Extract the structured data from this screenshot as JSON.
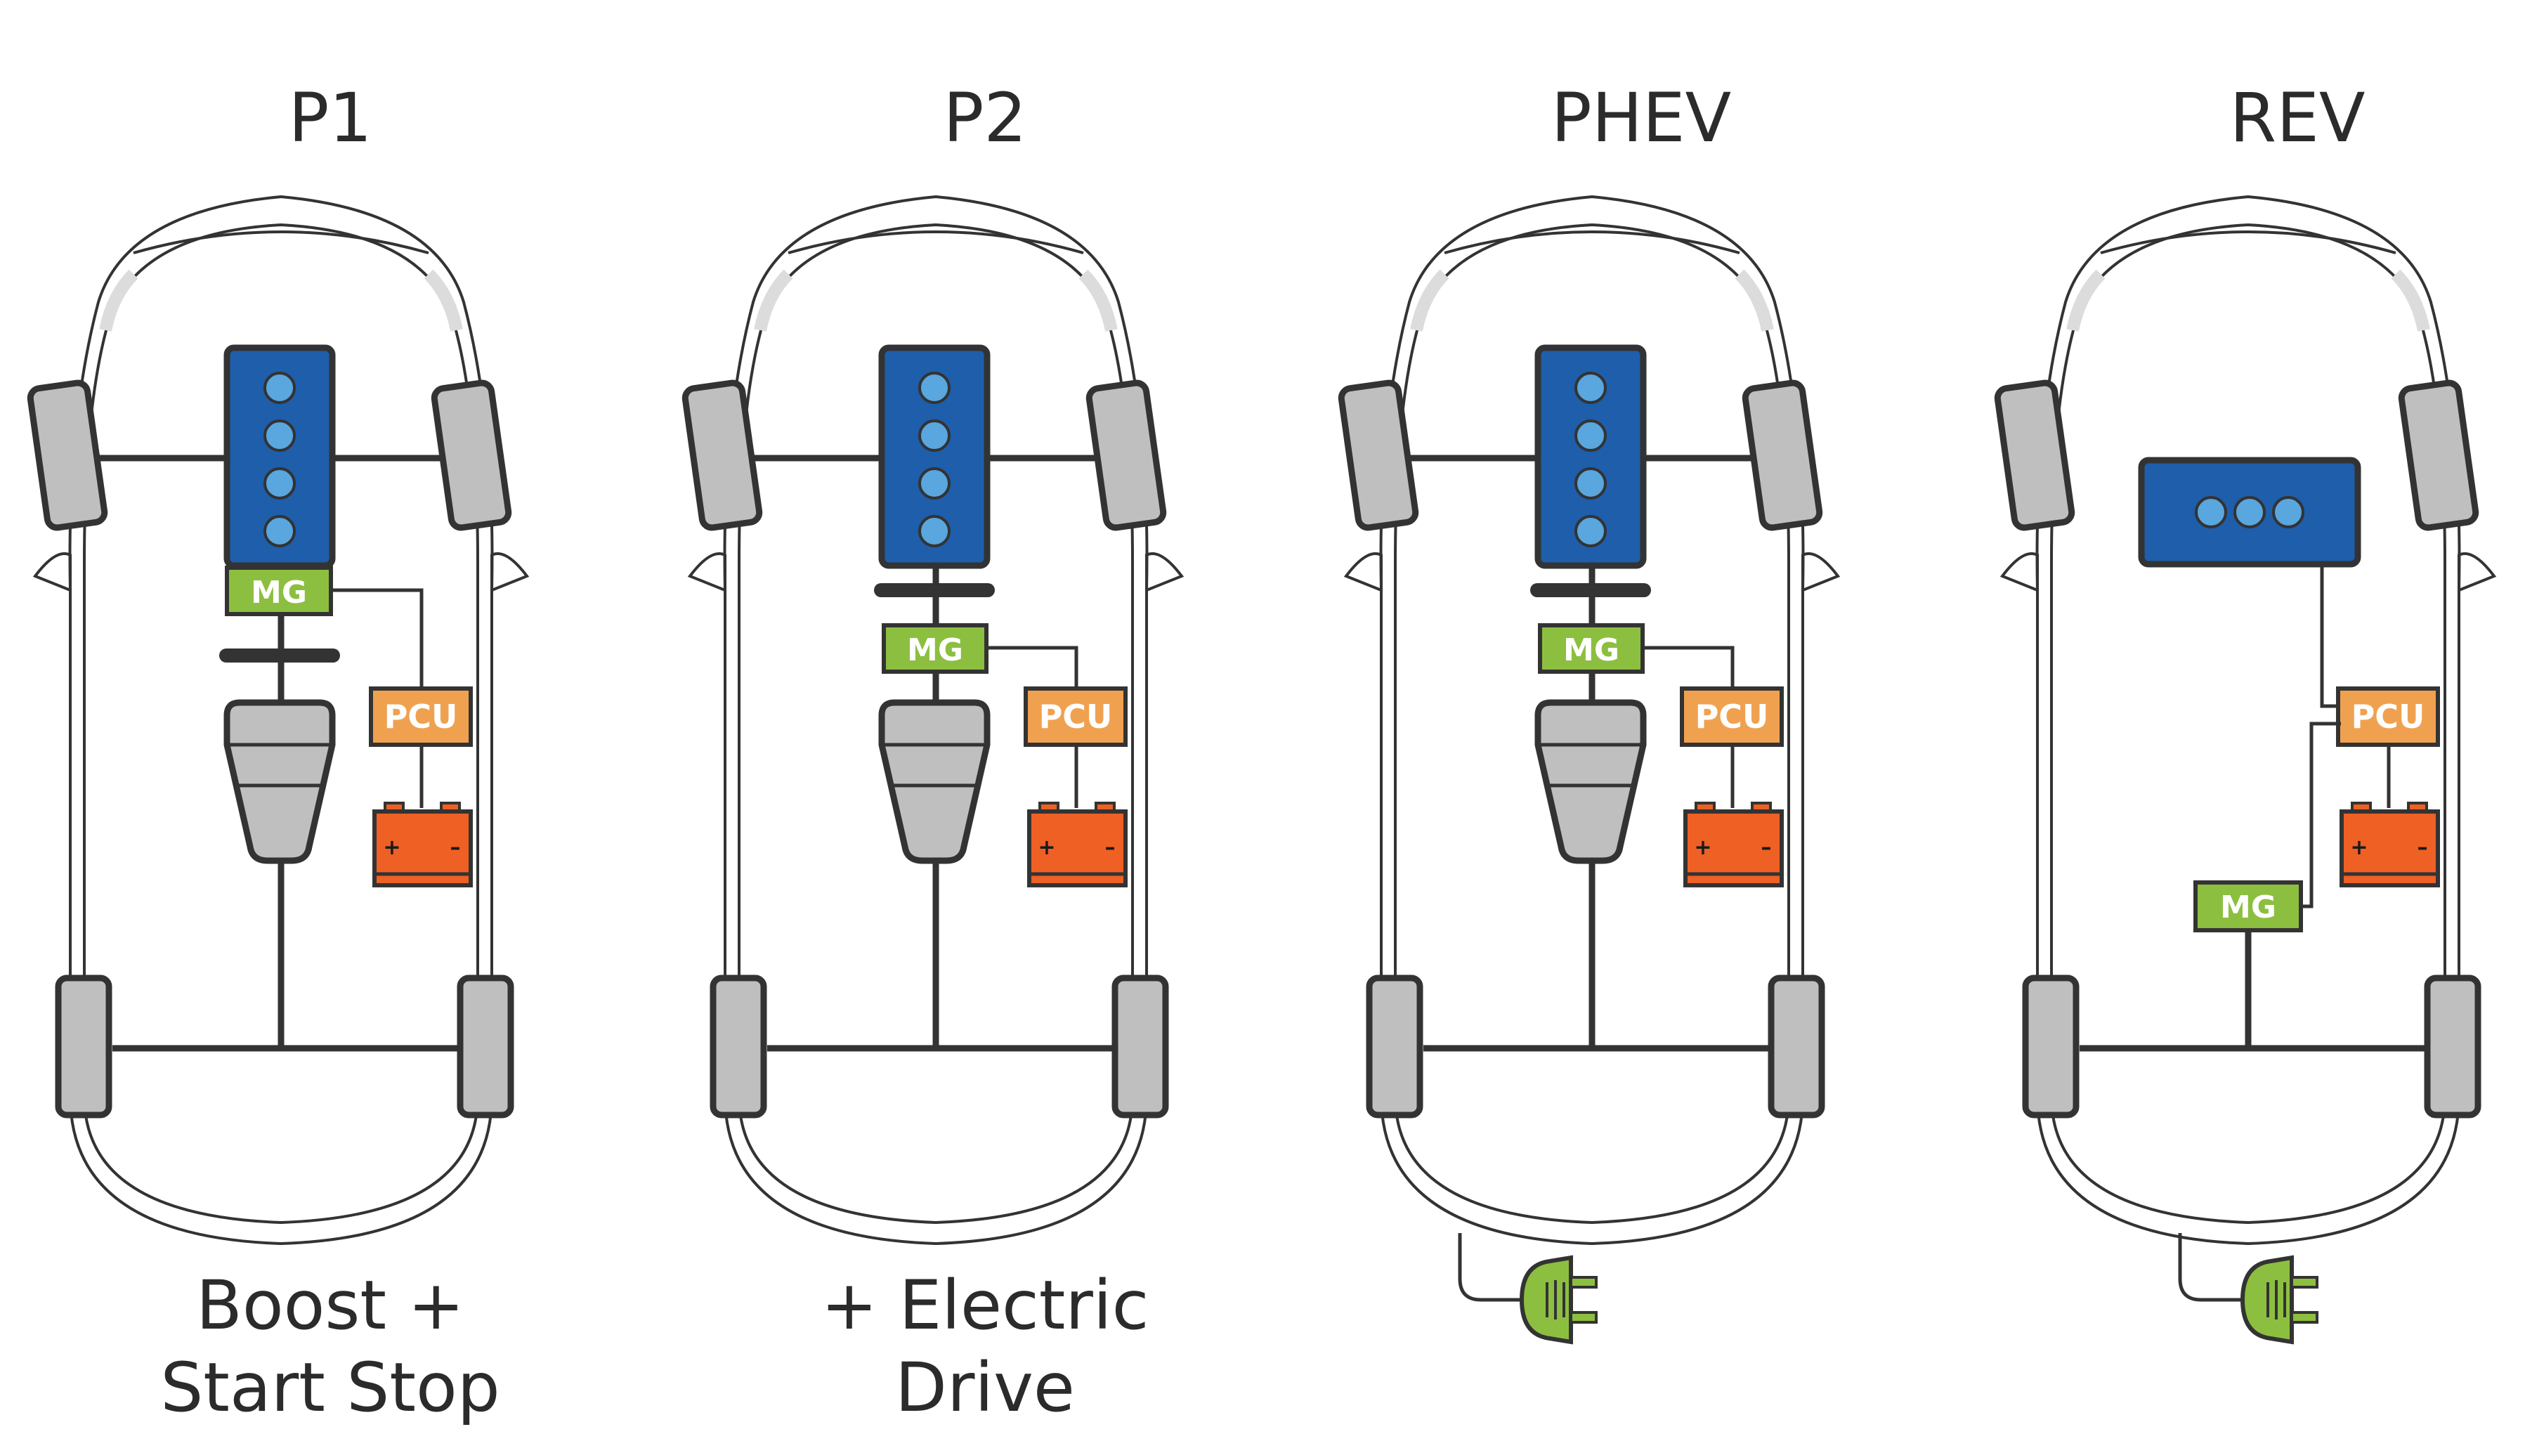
{
  "colors": {
    "engine": "#1e5eab",
    "cylinder": "#5aa6de",
    "motor_generator": "#8cbf3f",
    "power_control_unit": "#f0a150",
    "battery": "#ee6024",
    "plug": "#8cbf3f",
    "wheel": "#bfbfbf",
    "outline": "#333333"
  },
  "panels": [
    {
      "title": "P1",
      "caption_lines": [
        "Boost +",
        "Start Stop"
      ],
      "mg_label": "MG",
      "pcu_label": "PCU",
      "battery_plus": "+",
      "battery_minus": "–"
    },
    {
      "title": "P2",
      "caption_lines": [
        "+ Electric",
        "Drive"
      ],
      "mg_label": "MG",
      "pcu_label": "PCU",
      "battery_plus": "+",
      "battery_minus": "–"
    },
    {
      "title": "PHEV",
      "caption_lines": [],
      "mg_label": "MG",
      "pcu_label": "PCU",
      "battery_plus": "+",
      "battery_minus": "–"
    },
    {
      "title": "REV",
      "caption_lines": [],
      "mg_label": "MG",
      "pcu_label": "PCU",
      "battery_plus": "+",
      "battery_minus": "–"
    }
  ]
}
